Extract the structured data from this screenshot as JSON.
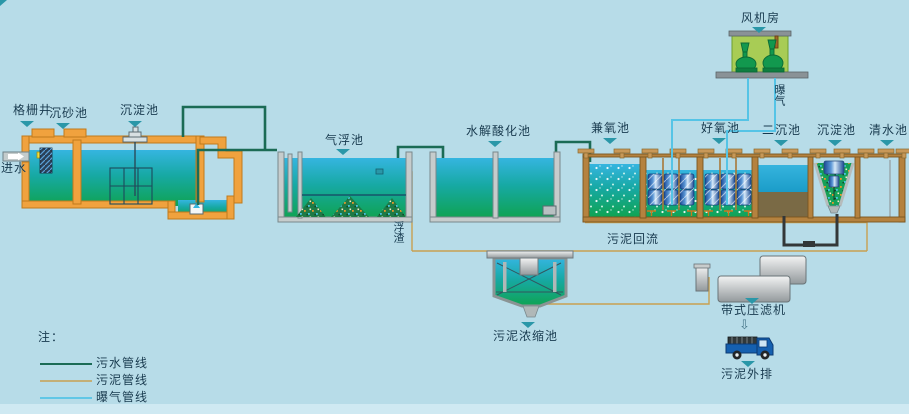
{
  "diagram_title_hint": "wastewater treatment process flow diagram",
  "labels": {
    "grid_well": "格栅井",
    "grit_chamber": "沉砂池",
    "primary_sedimentation": "沉淀池",
    "inlet": "进水",
    "air_flotation": "气浮池",
    "scum": "浮渣",
    "hydrolysis_acidification": "水解酸化池",
    "facultative_tank": "兼氧池",
    "aerobic_tank": "好氧池",
    "secondary_sedimentation": "二沉池",
    "sedimentation": "沉淀池",
    "clear_water_tank": "清水池",
    "fan_room": "风机房",
    "aeration": "曝气",
    "sludge_return": "污泥回流",
    "sludge_thickener": "污泥浓缩池",
    "belt_filter_press": "带式压滤机",
    "sludge_disposal": "污泥外排",
    "down_arrow_glyph": "⇩"
  },
  "legend": {
    "note": "注：",
    "items": [
      {
        "label": "污水管线",
        "color": "#1b6b55"
      },
      {
        "label": "污泥管线",
        "color": "#c8a050"
      },
      {
        "label": "曝气管线",
        "color": "#55c4e6"
      }
    ]
  },
  "colors": {
    "background": "#b7dce8",
    "tank_orange": "#f0a23e",
    "tank_brown": "#b5823f",
    "water_top": "#35b5e0",
    "water_bottom": "#0fa352",
    "sewage_line": "#1b6b55",
    "sludge_line": "#c8a050",
    "aeration_line": "#55c4e6",
    "fan_room_green": "#a8cc55",
    "arrow_teal": "#2a97a8"
  }
}
